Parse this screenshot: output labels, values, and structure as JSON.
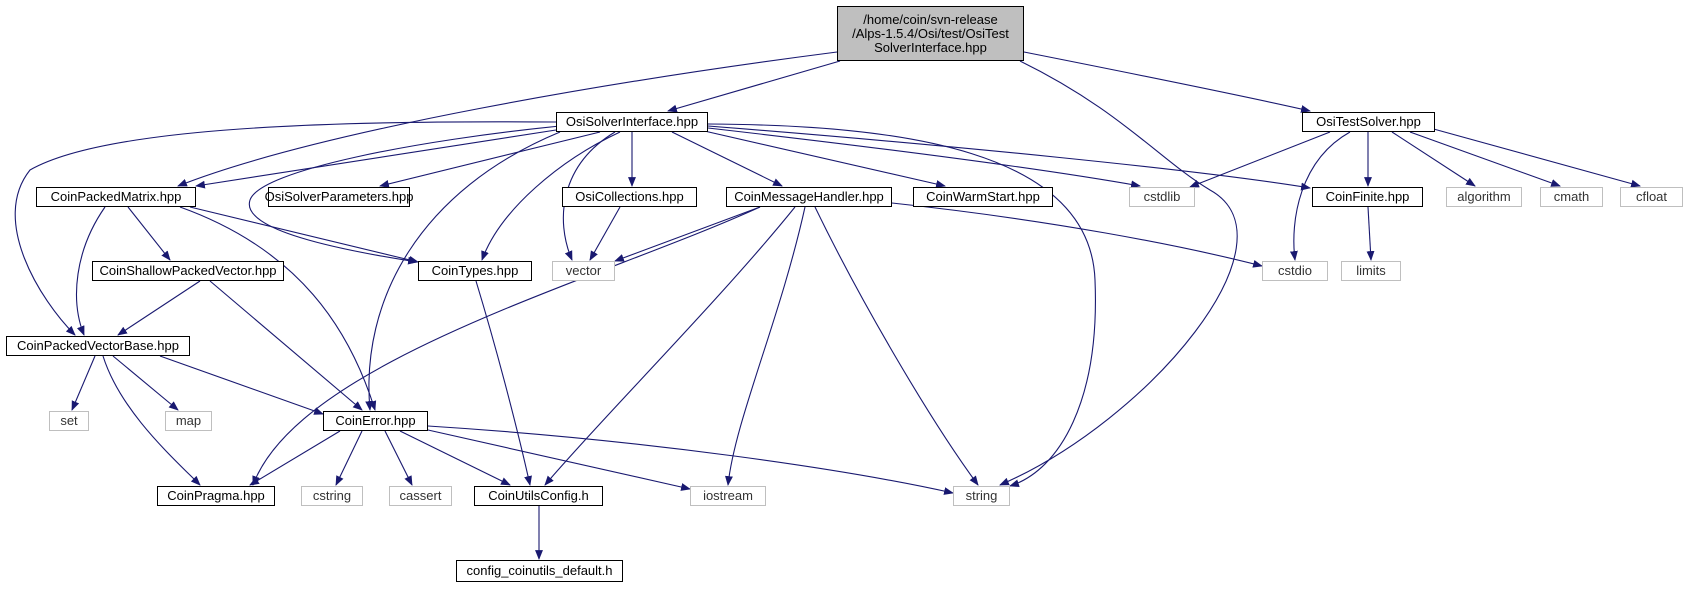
{
  "colors": {
    "edge": "#191970",
    "root_fill": "#bfbfbf",
    "external_border": "#bfbfbf",
    "node_border": "#000000"
  },
  "nodes": {
    "root": {
      "line1": "/home/coin/svn-release",
      "line2": "/Alps-1.5.4/Osi/test/OsiTest",
      "line3": "SolverInterface.hpp"
    },
    "OsiSolverInterface": "OsiSolverInterface.hpp",
    "OsiTestSolver": "OsiTestSolver.hpp",
    "CoinPackedMatrix": "CoinPackedMatrix.hpp",
    "OsiSolverParameters": "OsiSolverParameters.hpp",
    "OsiCollections": "OsiCollections.hpp",
    "CoinMessageHandler": "CoinMessageHandler.hpp",
    "CoinWarmStart": "CoinWarmStart.hpp",
    "cstdlib": "cstdlib",
    "CoinFinite": "CoinFinite.hpp",
    "algorithm": "algorithm",
    "cmath": "cmath",
    "cfloat": "cfloat",
    "CoinShallowPackedVector": "CoinShallowPackedVector.hpp",
    "CoinTypes": "CoinTypes.hpp",
    "vector": "vector",
    "cstdio": "cstdio",
    "limits": "limits",
    "CoinPackedVectorBase": "CoinPackedVectorBase.hpp",
    "set": "set",
    "map": "map",
    "CoinError": "CoinError.hpp",
    "CoinPragma": "CoinPragma.hpp",
    "cstring": "cstring",
    "cassert": "cassert",
    "CoinUtilsConfig": "CoinUtilsConfig.h",
    "iostream": "iostream",
    "string": "string",
    "config_coinutils_default": "config_coinutils_default.h"
  }
}
